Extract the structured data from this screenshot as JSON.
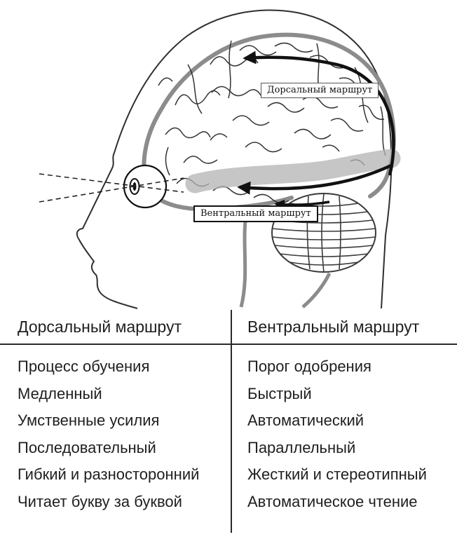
{
  "figure": {
    "dorsal_label": "Дорсальный маршрут",
    "ventral_label": "Вентральный маршрут"
  },
  "table": {
    "left_header": "Дорсальный маршрут",
    "right_header": "Вентральный маршрут",
    "left_rows": [
      "Процесс обучения",
      "Медленный",
      "Умственные усилия",
      "Последовательный",
      "Гибкий и разносторонний",
      "Читает букву за буквой"
    ],
    "right_rows": [
      "Порог одобрения",
      "Быстрый",
      "Автоматический",
      "Параллельный",
      "Жесткий и стереотипный",
      "Автоматическое чтение"
    ]
  },
  "colors": {
    "pathway_band": "#b3b3b3",
    "arrow": "#111111",
    "brain_outline": "#8c8c8c",
    "rule": "#2a2a2a"
  }
}
